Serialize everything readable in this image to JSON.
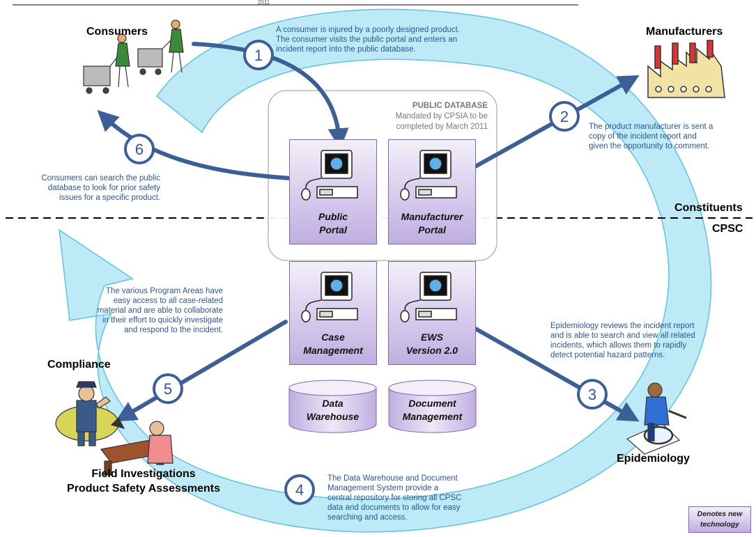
{
  "top_line_text": "2011",
  "public_database": {
    "title": "PUBLIC DATABASE",
    "line1": "Mandated by CPSIA to be",
    "line2": "completed by March 2011"
  },
  "actors": {
    "consumers": "Consumers",
    "manufacturers": "Manufacturers",
    "compliance": "Compliance",
    "epidemiology": "Epidemiology",
    "field_line1": "Field Investigations",
    "field_line2": "Product Safety Assessments"
  },
  "zones": {
    "constituents": "Constituents",
    "cpsc": "CPSC"
  },
  "systems": {
    "public_portal": {
      "line1": "Public",
      "line2": "Portal"
    },
    "manufacturer_portal": {
      "line1": "Manufacturer",
      "line2": "Portal"
    },
    "case_management": {
      "line1": "Case",
      "line2": "Management"
    },
    "ews": {
      "line1": "EWS",
      "line2": "Version 2.0"
    },
    "data_warehouse": {
      "line1": "Data",
      "line2": "Warehouse"
    },
    "document_management": {
      "line1": "Document",
      "line2": "Management"
    }
  },
  "steps": {
    "s1": {
      "number": "1",
      "l1": "A consumer is injured by a poorly designed product.",
      "l2": "The consumer visits the public portal and enters an",
      "l3": "incident report into the public database."
    },
    "s2": {
      "number": "2",
      "l1": "The product manufacturer is sent a",
      "l2": "copy of the incident report and",
      "l3": "given the opportunity to comment."
    },
    "s3": {
      "number": "3",
      "l1": "Epidemiology reviews the incident report",
      "l2": "and is able to search and view all related",
      "l3": "incidents, which allows them to rapidly",
      "l4": "detect potential hazard patterns."
    },
    "s4": {
      "number": "4",
      "l1": "The Data Warehouse and Document",
      "l2": "Management System provide a",
      "l3": "central repository for storing all CPSC",
      "l4": "data and documents to allow for easy",
      "l5": "searching and access."
    },
    "s5": {
      "number": "5",
      "l1": "The various Program Areas have",
      "l2": "easy access to all case-related",
      "l3": "material and are able to collaborate",
      "l4": "in their effort to quickly investigate",
      "l5": "and respond to the incident."
    },
    "s6": {
      "number": "6",
      "l1": "Consumers can search the public",
      "l2": "database to look for prior safety",
      "l3": "issues for a specific product."
    }
  },
  "legend": {
    "line1": "Denotes new",
    "line2": "technology"
  },
  "colors": {
    "cycle_arrow": "#bdeaf6",
    "cycle_stroke": "#5fc3dd",
    "flow_arrow": "#3c5f95",
    "box_fill": "#d9cfee",
    "text_blue": "#2f5597"
  },
  "icons": [
    "shopping-cart-consumer-icon",
    "factory-icon",
    "police-officer-icon",
    "investigator-desk-icon",
    "magnifier-scientist-icon",
    "computer-icon",
    "database-cylinder-icon"
  ]
}
